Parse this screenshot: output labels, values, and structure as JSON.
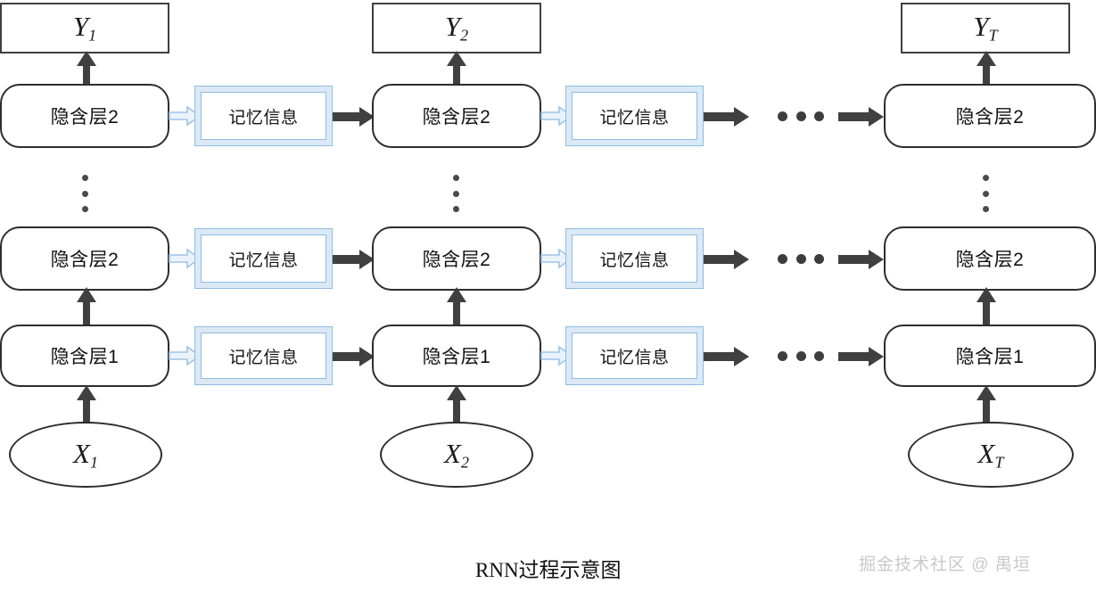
{
  "diagram": {
    "caption": "RNN过程示意图",
    "watermark": "掘金技术社区 @ 禺垣",
    "colors": {
      "memory_fill": "#dbe9f6",
      "memory_border": "#8fbce0",
      "blue_arrow": "#9dc3e6",
      "dark_arrow": "#404040",
      "node_border": "#2d2d2d",
      "dot": "#4a4a4a",
      "watermark": "#c9c9c9"
    },
    "labels": {
      "hidden_layer_2": "隐含层2",
      "hidden_layer_1": "隐含层1",
      "memory": "记忆信息"
    },
    "outputs": [
      {
        "name": "Y",
        "base": "Y",
        "sub": "1"
      },
      {
        "name": "Y",
        "base": "Y",
        "sub": "2"
      },
      {
        "name": "Y",
        "base": "Y",
        "sub": "T"
      }
    ],
    "inputs": [
      {
        "name": "X",
        "base": "X",
        "sub": "1"
      },
      {
        "name": "X",
        "base": "X",
        "sub": "2"
      },
      {
        "name": "X",
        "base": "X",
        "sub": "T"
      }
    ],
    "timesteps": [
      "t1",
      "t2",
      "tT"
    ],
    "rows": [
      {
        "id": "row-top",
        "layer": "隐含层2"
      },
      {
        "id": "row-mid",
        "layer": "隐含层2"
      },
      {
        "id": "row-bottom",
        "layer": "隐含层1"
      }
    ],
    "memory_cells": {
      "t1_top": "记忆信息",
      "t1_mid": "记忆信息",
      "t1_bottom": "记忆信息",
      "t2_top": "记忆信息",
      "t2_mid": "记忆信息",
      "t2_bottom": "记忆信息"
    },
    "hidden_cells": {
      "t1_top": "隐含层2",
      "t1_mid": "隐含层2",
      "t1_bottom": "隐含层1",
      "t2_top": "隐含层2",
      "t2_mid": "隐含层2",
      "t2_bottom": "隐含层1",
      "tT_top": "隐含层2",
      "tT_mid": "隐含层2",
      "tT_bottom": "隐含层1"
    }
  }
}
